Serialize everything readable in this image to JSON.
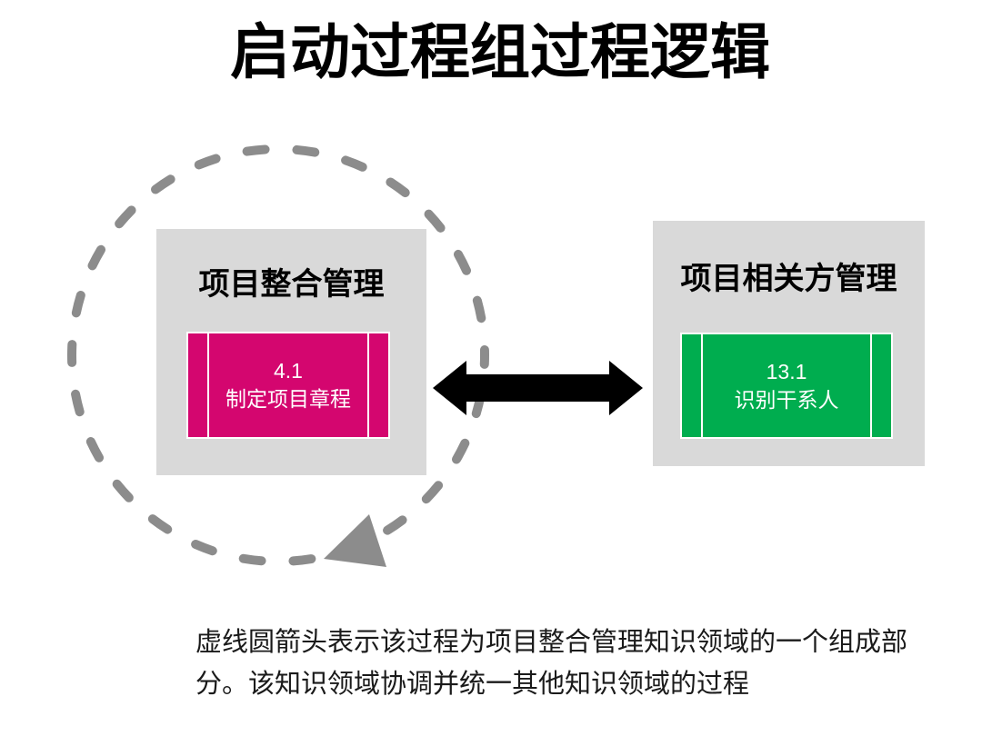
{
  "title": "启动过程组过程逻辑",
  "diagram": {
    "integration": {
      "header": "项目整合管理",
      "process_number": "4.1",
      "process_name": "制定项目章程"
    },
    "stakeholder": {
      "header": "项目相关方管理",
      "process_number": "13.1",
      "process_name": "识别干系人"
    },
    "icons": {
      "dashed_circle_arrow": "circular-dashed-arrow",
      "connector": "double-headed-arrow"
    }
  },
  "caption": {
    "line1": "虚线圆箭头表示该过程为项目整合管理知识领域的一个组成部",
    "line2": "分。该知识领域协调并统一其他知识领域的过程"
  },
  "colors": {
    "integration_accent": "#D4066F",
    "stakeholder_accent": "#00AD4F",
    "knowledge_box_bg": "#D9D9D9",
    "dashed_circle": "#8C8C8C",
    "connector_arrow": "#000000",
    "caption_text": "#1A1A1A",
    "header_text": "#000000"
  }
}
